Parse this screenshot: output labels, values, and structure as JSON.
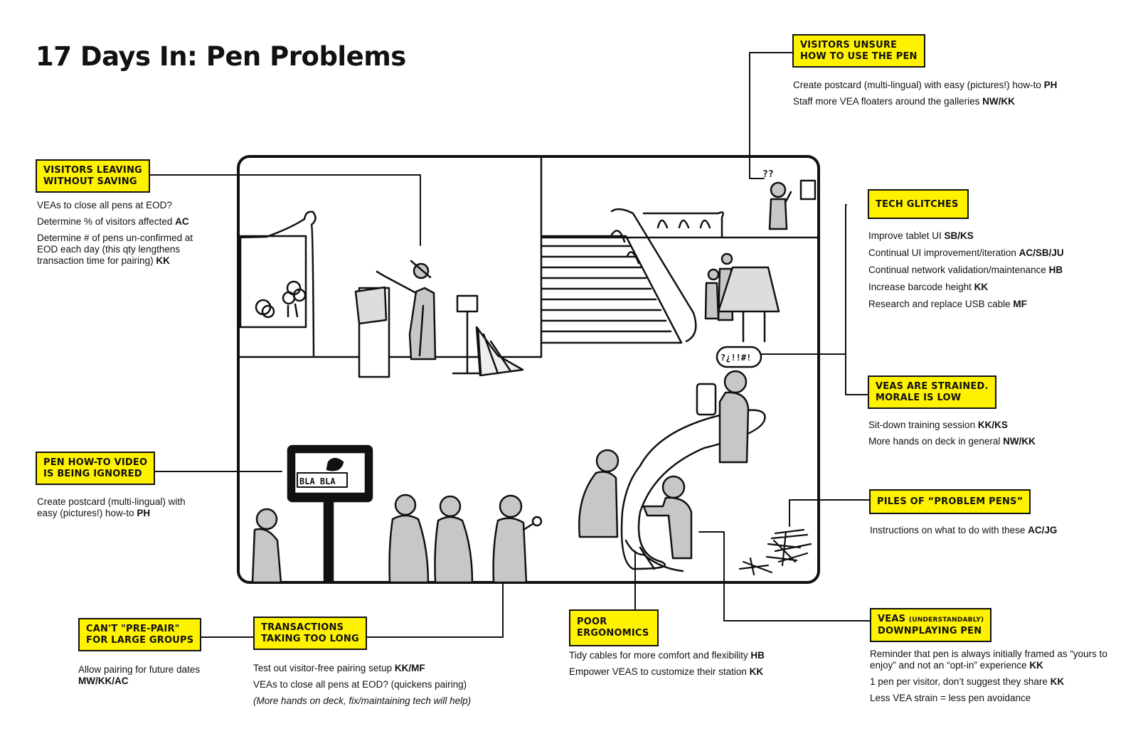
{
  "title": "17 Days In:  Pen Problems",
  "callouts": [
    {
      "id": "unsure",
      "tag": [
        "Visitors unsure",
        "how to use the pen"
      ],
      "items": [
        [
          "Create postcard (multi-lingual) with easy (pictures!) how-to ",
          "PH"
        ],
        [
          "Staff more VEA floaters around the galleries ",
          "NW/KK"
        ]
      ]
    },
    {
      "id": "leaving",
      "tag": [
        "Visitors leaving",
        "without saving"
      ],
      "items": [
        [
          "VEAs to close all pens at EOD?",
          ""
        ],
        [
          "Determine % of visitors affected ",
          "AC"
        ],
        [
          "Determine # of pens un-confirmed at EOD each day (this qty lengthens transaction time for pairing) ",
          "KK"
        ]
      ]
    },
    {
      "id": "glitches",
      "tag": [
        "Tech glitches"
      ],
      "items": [
        [
          "Improve tablet UI ",
          "SB/KS"
        ],
        [
          "Continual UI improvement/iteration ",
          "AC/SB/JU"
        ],
        [
          "Continual network validation/maintenance ",
          "HB"
        ],
        [
          "Increase barcode height ",
          "KK"
        ],
        [
          "Research and replace USB cable ",
          "MF"
        ]
      ]
    },
    {
      "id": "strained",
      "tag": [
        "VEAs are strained.",
        "Morale is low"
      ],
      "items": [
        [
          "Sit-down training session ",
          "KK/KS"
        ],
        [
          "More hands on deck in general ",
          "NW/KK"
        ]
      ]
    },
    {
      "id": "video",
      "tag": [
        "Pen how-to video",
        "is being ignored"
      ],
      "items": [
        [
          "Create postcard (multi-lingual) with easy (pictures!) how-to ",
          "PH"
        ]
      ]
    },
    {
      "id": "piles",
      "tag": [
        "Piles of “problem pens”"
      ],
      "items": [
        [
          "Instructions on what to do with these ",
          "AC/JG"
        ]
      ]
    },
    {
      "id": "prepair",
      "tag": [
        "Can't \"pre-pair\"",
        "for large groups"
      ],
      "items": [
        [
          "Allow pairing for future dates ",
          "MW/KK/AC"
        ]
      ]
    },
    {
      "id": "transactions",
      "tag": [
        "Transactions",
        "taking too long"
      ],
      "items": [
        [
          "Test out visitor-free pairing setup ",
          "KK/MF"
        ],
        [
          "VEAs to close all pens at EOD? (quickens pairing)",
          ""
        ]
      ],
      "italic": "(More hands on deck, fix/maintaining tech will help)"
    },
    {
      "id": "ergonomics",
      "tag": [
        "Poor",
        "ergonomics"
      ],
      "items": [
        [
          "Tidy cables for more comfort and flexibility ",
          "HB"
        ],
        [
          "Empower VEAS to customize their station ",
          "KK"
        ]
      ]
    },
    {
      "id": "downplaying",
      "tag": [
        "VEAs",
        "(understandably)",
        "downplaying pen"
      ],
      "items": [
        [
          "Reminder that pen is always initially framed as “yours to enjoy” and not an “opt-in” experience ",
          "KK"
        ],
        [
          "1 pen per visitor, don’t suggest they share ",
          "KK"
        ],
        [
          "Less VEA strain = less pen avoidance",
          ""
        ]
      ]
    }
  ],
  "scene_text": {
    "sign": "BLA BLA",
    "swear": "?¿!!#!",
    "question": "??"
  }
}
